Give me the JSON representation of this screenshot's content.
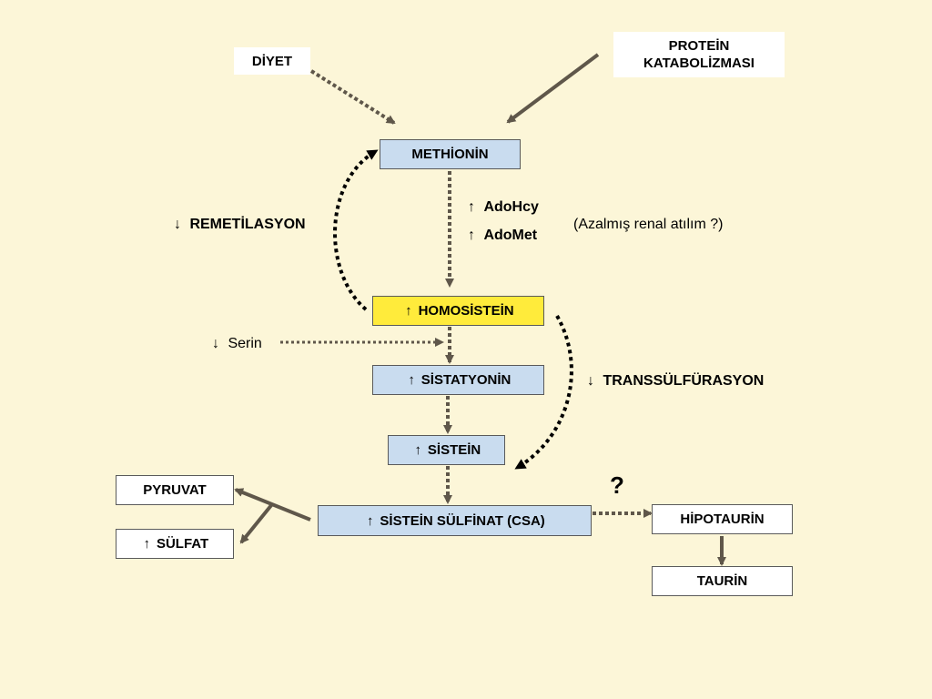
{
  "nodes": {
    "diyet": "DİYET",
    "protein_katabolizmasi": "PROTEİN KATABOLİZMASI",
    "methionin": "METHİONİN",
    "homosistein": "HOMOSİSTEİN",
    "sistatyonin": "SİSTATYONİN",
    "sistein": "SİSTEİN",
    "sistein_sulfinat": "SİSTEİN SÜLFİNAT (CSA)",
    "pyruvat": "PYRUVAT",
    "sulfat": "SÜLFAT",
    "hipotaurin": "HİPOTAURİN",
    "taurin": "TAURİN"
  },
  "labels": {
    "adohcy": "AdoHcy",
    "adomet": "AdoMet",
    "renal": "(Azalmış renal atılım ?)",
    "remetilasyon": "REMETİLASYON",
    "transsulfurasyon": "TRANSSÜLFÜRASYON",
    "serin": "Serin",
    "question": "?"
  },
  "icons": {
    "up": "↑",
    "down": "↓"
  }
}
